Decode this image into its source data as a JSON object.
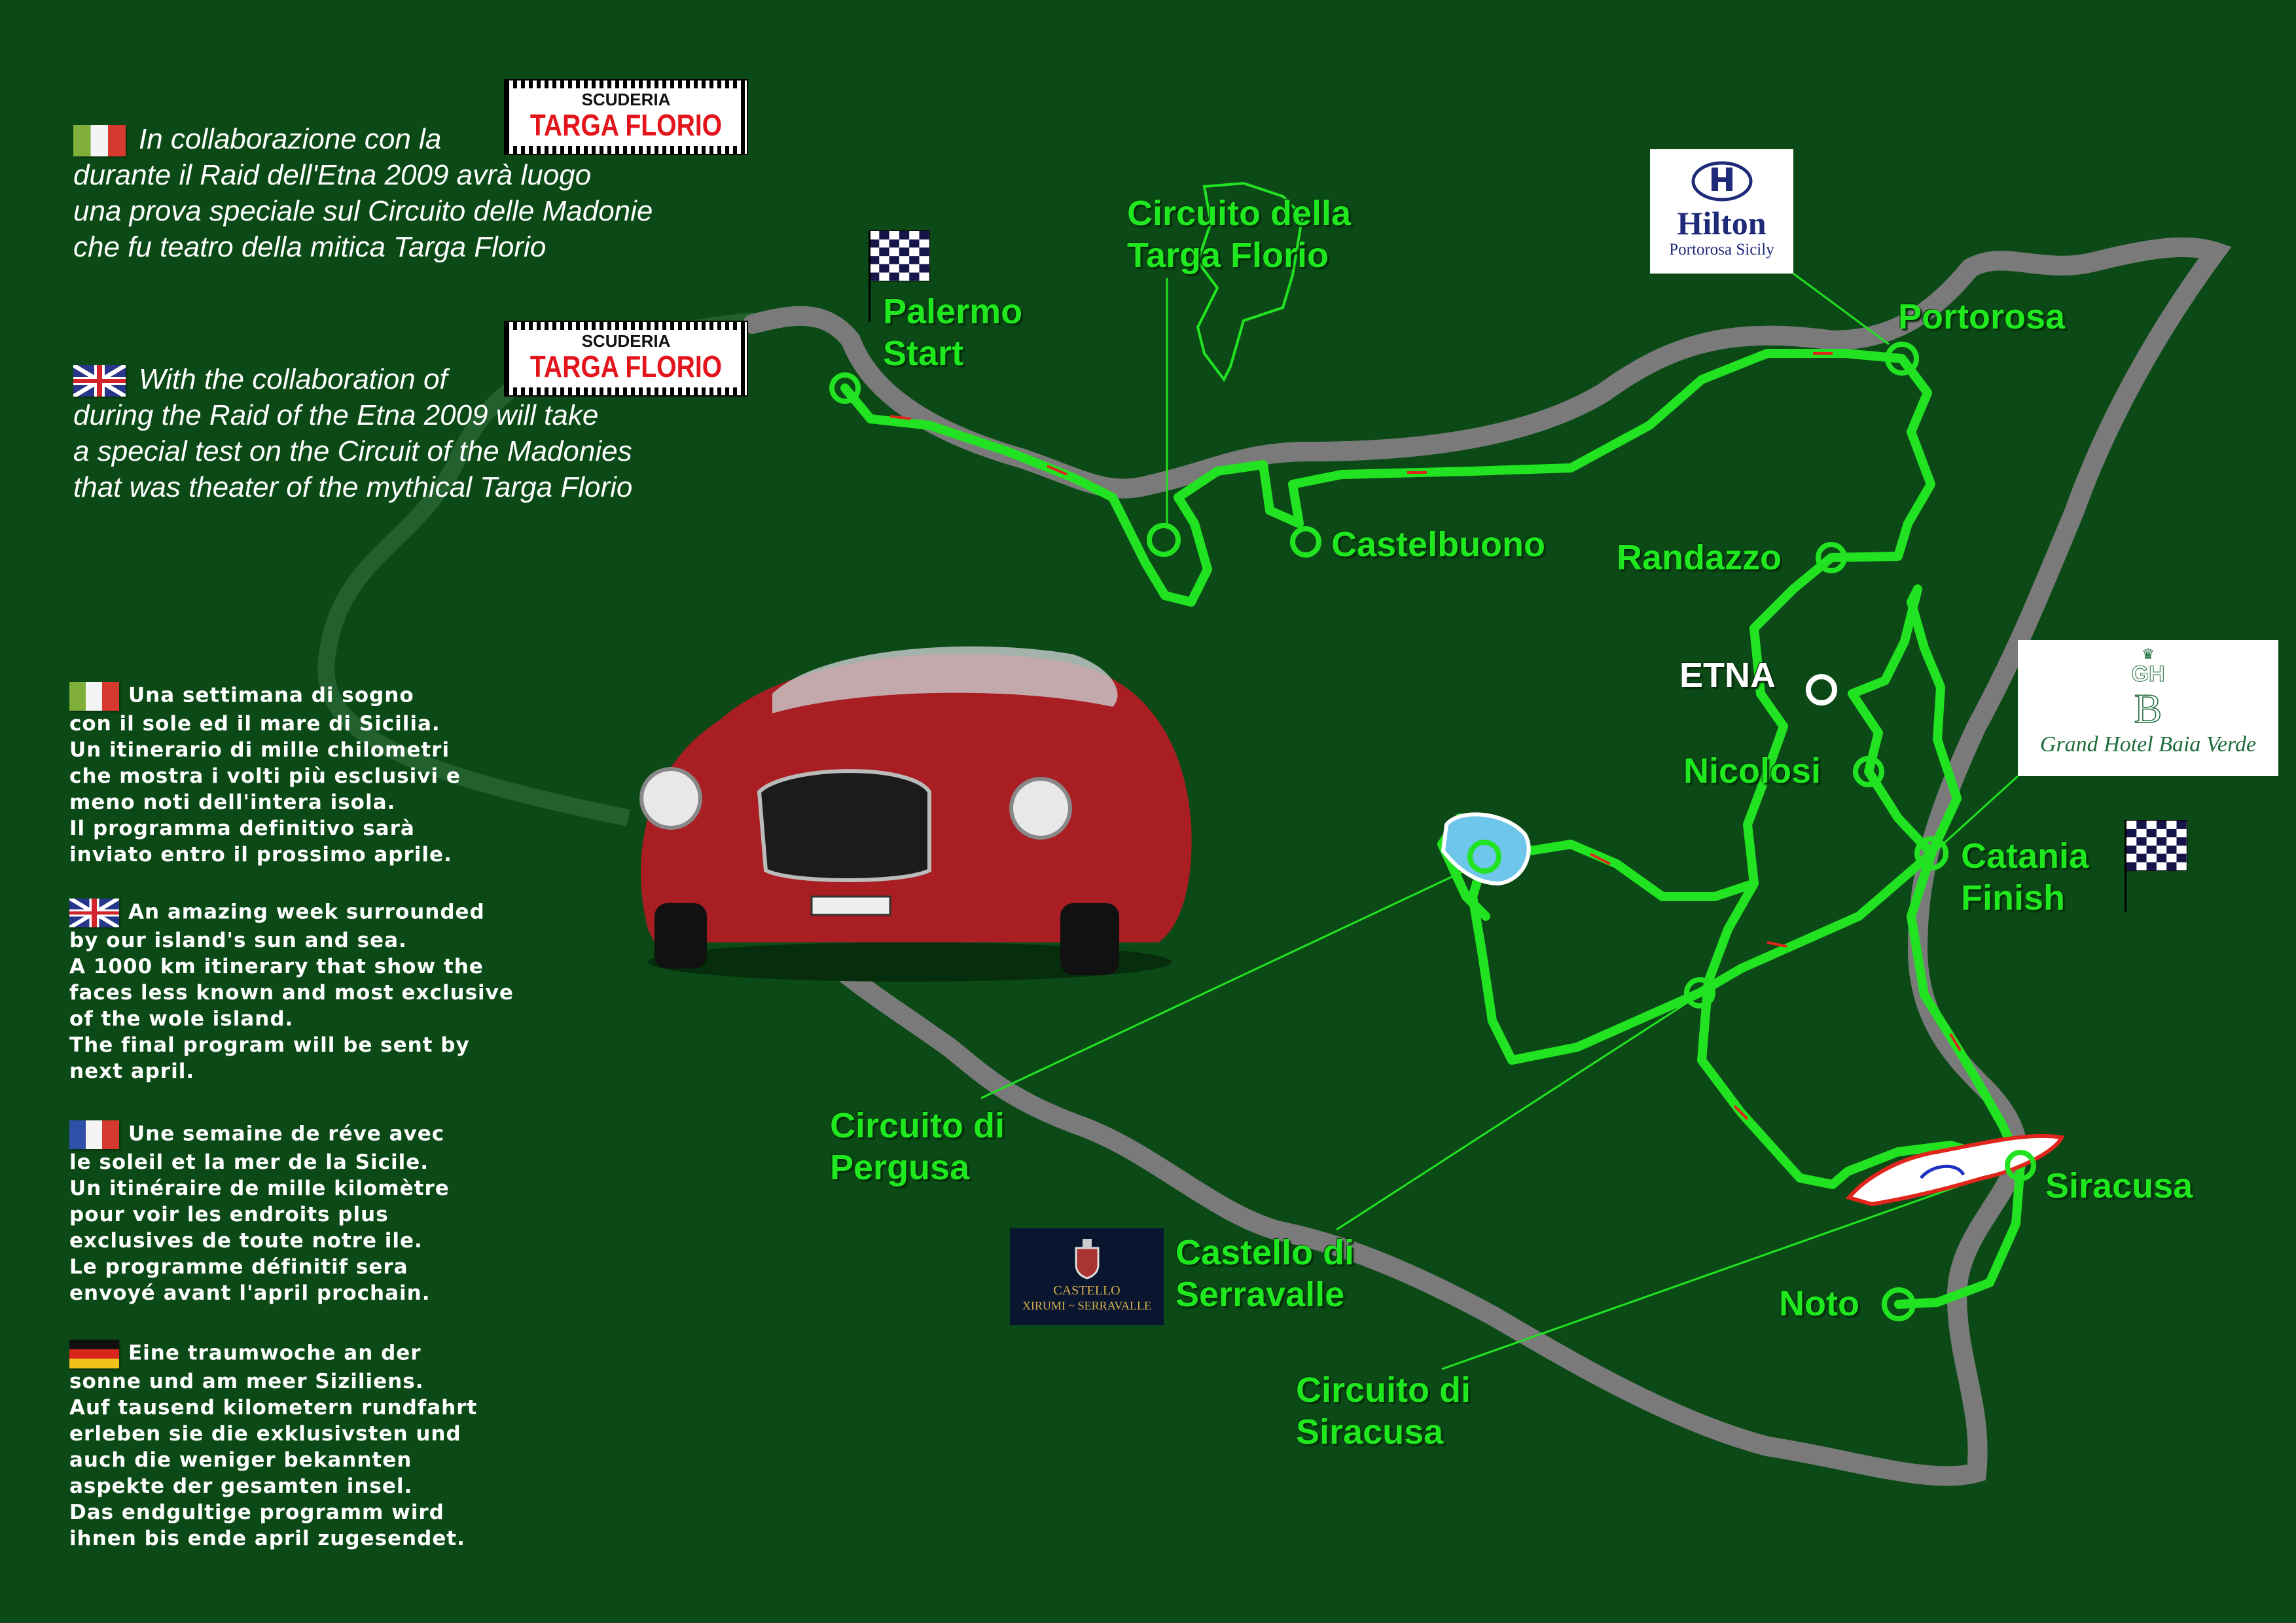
{
  "intro": {
    "italian": {
      "flag_icon": "italy-flag",
      "lines": [
        "In collaborazione  con la",
        "durante il Raid dell'Etna 2009 avrà luogo",
        "una prova speciale sul Circuito delle Madonie",
        "che fu teatro della mitica Targa Florio"
      ]
    },
    "english": {
      "flag_icon": "uk-flag",
      "lines": [
        "With the collaboration of",
        "during the Raid of the Etna 2009 will take",
        "a special test on the Circuit of the Madonies",
        "that was theater of the mythical Targa Florio"
      ]
    },
    "scuderia_logo": {
      "top": "SCUDERIA",
      "bottom": "TARGA FLORIO"
    }
  },
  "descriptions": [
    {
      "lang": "it",
      "flag_icon": "italy-flag",
      "lines": [
        "Una settimana di sogno",
        "con il sole ed il mare di Sicilia.",
        "Un itinerario di mille chilometri",
        "che mostra i volti più esclusivi e",
        "meno noti dell'intera isola.",
        "Il programma definitivo sarà",
        "inviato entro il prossimo aprile."
      ]
    },
    {
      "lang": "en",
      "flag_icon": "uk-flag",
      "lines": [
        "An amazing week surrounded",
        "by our island's sun and sea.",
        "A 1000 km itinerary that show the",
        "faces less known and most exclusive",
        "of the wole island.",
        "The final program will be sent by",
        "next april."
      ]
    },
    {
      "lang": "fr",
      "flag_icon": "france-flag",
      "lines": [
        "Une semaine de réve avec",
        "le soleil et la mer de la Sicile.",
        "Un itinéraire de mille kilomètre",
        "pour voir les endroits plus",
        "exclusives de toute notre ile.",
        "Le programme définitif sera",
        "envoyé avant l'april prochain."
      ]
    },
    {
      "lang": "de",
      "flag_icon": "germany-flag",
      "lines": [
        "Eine traumwoche an der",
        "sonne und am meer Siziliens.",
        "Auf tausend kilometern rundfahrt",
        "erleben sie die exklusivsten und",
        "auch die weniger bekannten",
        "aspekte der gesamten insel.",
        "Das endgultige programm wird",
        "ihnen bis ende april zugesendet."
      ]
    }
  ],
  "map": {
    "labels": {
      "palermo": [
        "Palermo",
        "Start"
      ],
      "targa": [
        "Circuito della",
        "Targa Florio"
      ],
      "castelbuono": "Castelbuono",
      "portorosa": "Portorosa",
      "randazzo": "Randazzo",
      "etna": "ETNA",
      "nicolosi": "Nicolosi",
      "catania": [
        "Catania",
        "Finish"
      ],
      "siracusa": "Siracusa",
      "noto": "Noto",
      "pergusa": [
        "Circuito di",
        "Pergusa"
      ],
      "serravalle": [
        "Castello di",
        "Serravalle"
      ],
      "circ_siracusa": [
        "Circuito di",
        "Siracusa"
      ]
    },
    "colors": {
      "background": "#0b4a16",
      "route": "#22e322",
      "coast": "#e8e8e8",
      "arrows": "#e0261c"
    }
  },
  "sponsors": {
    "hilton": {
      "name": "Hilton",
      "sub": "Portorosa Sicily"
    },
    "baia_verde": {
      "monogram": "GH",
      "name": "Grand Hotel Baia Verde"
    },
    "castello": {
      "line1": "CASTELLO",
      "line2": "XIRUMI ~ SERRAVALLE"
    }
  }
}
